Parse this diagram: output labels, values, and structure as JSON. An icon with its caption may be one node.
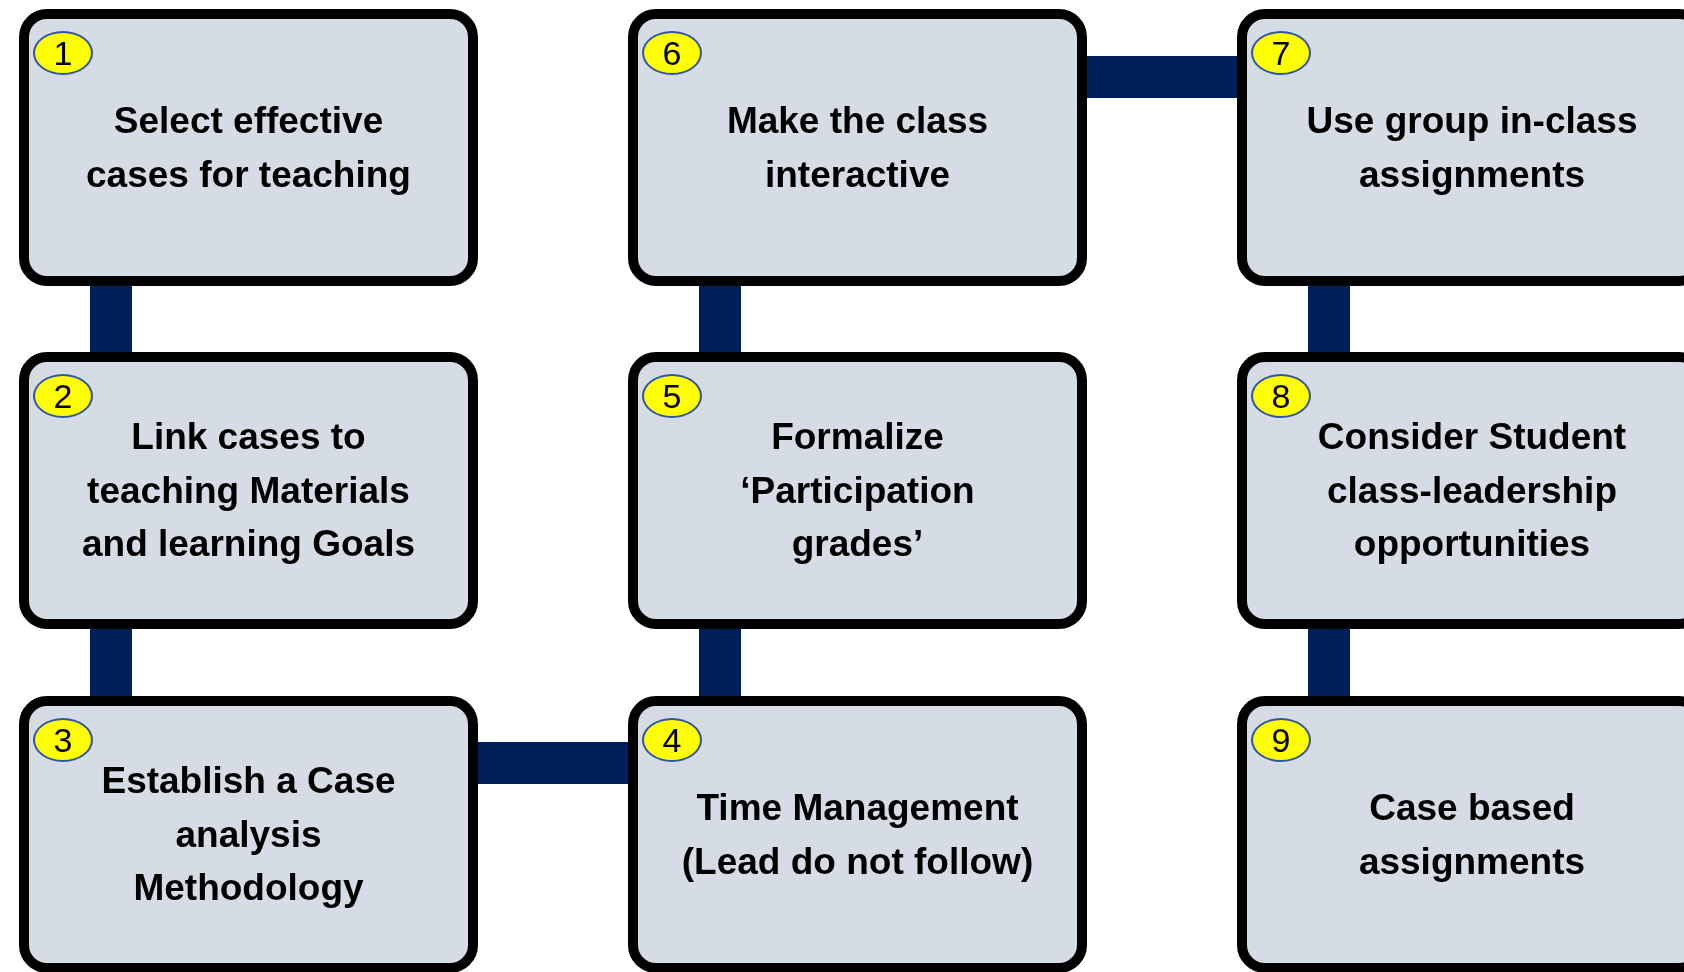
{
  "diagram": {
    "nodes": [
      {
        "text": [
          "1",
          "Select effective cases for teaching"
        ]
      },
      {
        "text": [
          "2",
          "Link cases to teaching Materials and learning Goals"
        ]
      },
      {
        "text": [
          "3",
          "Establish a Case analysis Methodology"
        ]
      },
      {
        "text": [
          "4",
          "Time Management (Lead do not follow)"
        ]
      },
      {
        "text": [
          "5",
          "Formalize ‘Participation grades’"
        ]
      },
      {
        "text": [
          "6",
          "Make the class interactive"
        ]
      },
      {
        "text": [
          "7",
          "Use group in-class assignments"
        ]
      },
      {
        "text": [
          "8",
          "Consider Student class-leadership opportunities"
        ]
      },
      {
        "text": [
          "9",
          "Case based assignments"
        ]
      }
    ],
    "edges": [
      {
        "from": 0,
        "to": 1,
        "arrow": "none"
      },
      {
        "from": 1,
        "to": 2,
        "arrow": "none"
      },
      {
        "from": 2,
        "to": 3,
        "arrow": "none"
      },
      {
        "from": 3,
        "to": 4,
        "arrow": "none"
      },
      {
        "from": 4,
        "to": 5,
        "arrow": "none"
      },
      {
        "from": 5,
        "to": 6,
        "arrow": "none"
      },
      {
        "from": 6,
        "to": 7,
        "arrow": "none"
      },
      {
        "from": 7,
        "to": 8,
        "arrow": "none"
      }
    ]
  }
}
